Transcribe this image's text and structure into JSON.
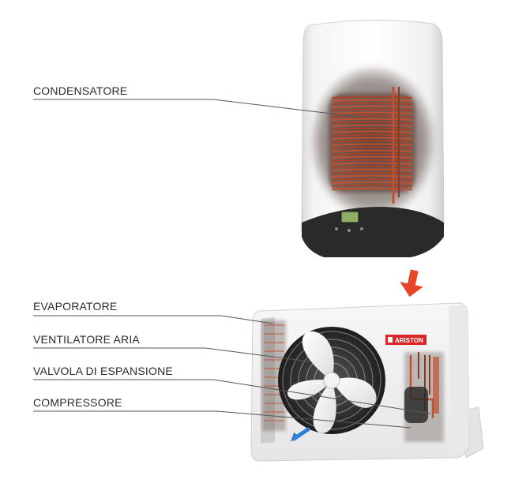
{
  "labels": {
    "condensatore": "CONDENSATORE",
    "evaporatore": "EVAPORATORE",
    "ventilatore": "VENTILATORE ARIA",
    "valvola": "VALVOLA DI ESPANSIONE",
    "compressore": "COMPRESSORE"
  },
  "brand": "ARISTON",
  "colors": {
    "leader_line": "#555555",
    "coil_copper": "#c2502e",
    "flow_arrow_red": "#e8452a",
    "flow_arrow_blue": "#2f7fd6",
    "brand_red": "#d9262b",
    "control_panel": "#2a2a2a",
    "display_green": "#8fae63"
  }
}
